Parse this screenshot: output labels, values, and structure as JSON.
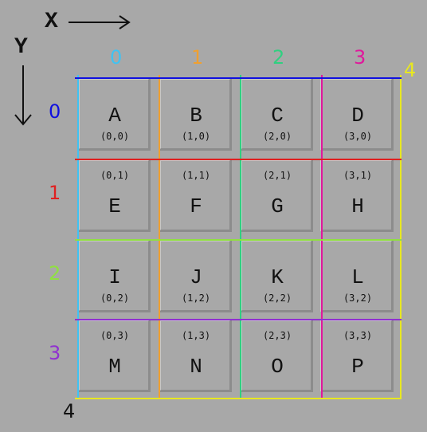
{
  "axes": {
    "x_label": "X",
    "y_label": "Y",
    "column_indices": [
      "0",
      "1",
      "2",
      "3",
      "4"
    ],
    "row_indices": [
      "0",
      "1",
      "2",
      "3",
      "4"
    ],
    "column_colors": [
      "#3fc3f3",
      "#f0a030",
      "#30d080",
      "#e0189c",
      "#e8e820"
    ],
    "row_colors": [
      "#1010e0",
      "#e02020",
      "#90e040",
      "#9030d0",
      "#e8e820"
    ]
  },
  "cells": [
    {
      "letter": "A",
      "coord": "(0,0)",
      "col": 0,
      "row": 0
    },
    {
      "letter": "B",
      "coord": "(1,0)",
      "col": 1,
      "row": 0
    },
    {
      "letter": "C",
      "coord": "(2,0)",
      "col": 2,
      "row": 0
    },
    {
      "letter": "D",
      "coord": "(3,0)",
      "col": 3,
      "row": 0
    },
    {
      "letter": "E",
      "coord": "(0,1)",
      "col": 0,
      "row": 1
    },
    {
      "letter": "F",
      "coord": "(1,1)",
      "col": 1,
      "row": 1
    },
    {
      "letter": "G",
      "coord": "(2,1)",
      "col": 2,
      "row": 1
    },
    {
      "letter": "H",
      "coord": "(3,1)",
      "col": 3,
      "row": 1
    },
    {
      "letter": "I",
      "coord": "(0,2)",
      "col": 0,
      "row": 2
    },
    {
      "letter": "J",
      "coord": "(1,2)",
      "col": 1,
      "row": 2
    },
    {
      "letter": "K",
      "coord": "(2,2)",
      "col": 2,
      "row": 2
    },
    {
      "letter": "L",
      "coord": "(3,2)",
      "col": 3,
      "row": 2
    },
    {
      "letter": "M",
      "coord": "(0,3)",
      "col": 0,
      "row": 3
    },
    {
      "letter": "N",
      "coord": "(1,3)",
      "col": 1,
      "row": 3
    },
    {
      "letter": "O",
      "coord": "(2,3)",
      "col": 2,
      "row": 3
    },
    {
      "letter": "P",
      "coord": "(3,3)",
      "col": 3,
      "row": 3
    }
  ]
}
